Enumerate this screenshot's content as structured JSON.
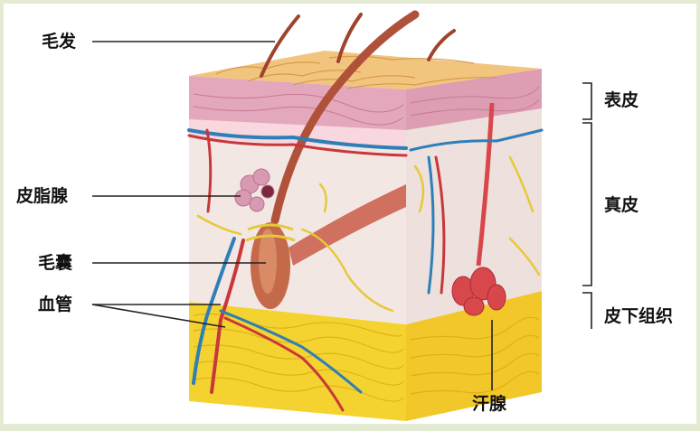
{
  "labels": {
    "hair": "毛发",
    "sebaceous_gland": "皮脂腺",
    "hair_follicle": "毛囊",
    "blood_vessel": "血管",
    "sweat_gland": "汗腺",
    "epidermis": "表皮",
    "dermis": "真皮",
    "subcutaneous": "皮下组织"
  },
  "colors": {
    "page_border": "#e3ecd2",
    "epidermis": "#e4a8bd",
    "dermis": "#f3e7e3",
    "fat": "#f4d330",
    "fat_edge": "#d9ab14",
    "hair": "#a0422c",
    "follicle": "#c46a4a",
    "vein": "#2e7fb8",
    "artery": "#c8383a",
    "nerve": "#e6c93a",
    "sweat_gland": "#d8474b",
    "sebaceous": "#d89ab3",
    "leader_line": "#222222"
  },
  "icons": {
    "skin_block": "skin-cross-section-illustration"
  }
}
